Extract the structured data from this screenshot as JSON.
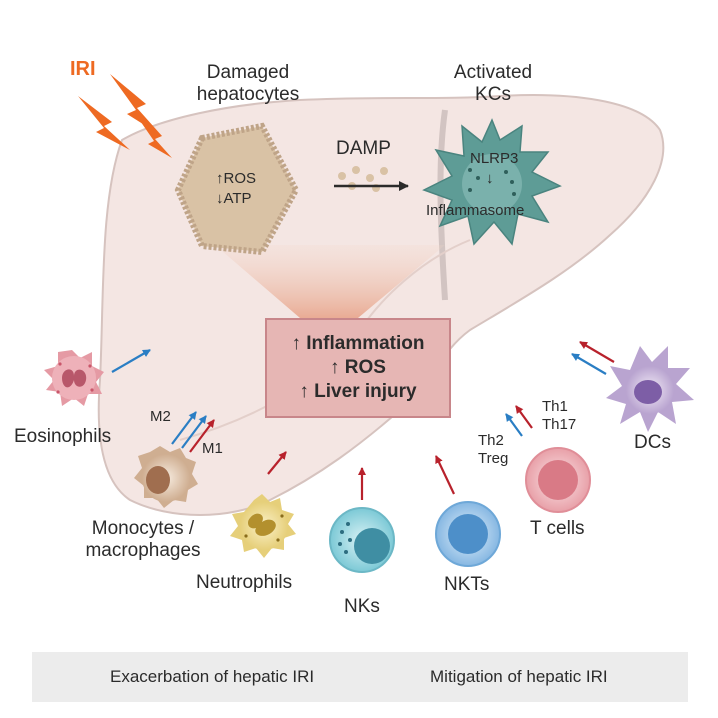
{
  "title_labels": {
    "iri": "IRI",
    "damaged_hepatocytes": [
      "Damaged",
      "hepatocytes"
    ],
    "activated_kcs": [
      "Activated",
      "KCs"
    ],
    "damp": "DAMP"
  },
  "hepatocyte": {
    "line1": "↑ROS",
    "line2": "↓ATP"
  },
  "kupffer_cell": {
    "nlrp3": "NLRP3",
    "arrow": "↓",
    "inflammasome": "Inflammasome"
  },
  "outcome_box": {
    "lines": [
      "↑ Inflammation",
      "↑ ROS",
      "↑ Liver injury"
    ]
  },
  "cells": {
    "eosinophils": "Eosinophils",
    "monocytes": [
      "Monocytes /",
      "macrophages"
    ],
    "m2": "M2",
    "m1": "M1",
    "neutrophils": "Neutrophils",
    "nks": "NKs",
    "nkts": "NKTs",
    "t_cells": "T cells",
    "th2_treg": [
      "Th2",
      "Treg"
    ],
    "th1_th17": [
      "Th1",
      "Th17"
    ],
    "dcs": "DCs"
  },
  "legend": {
    "exacerbation": "Exacerbation of hepatic IRI",
    "mitigation": "Mitigation of hepatic IRI"
  },
  "colors": {
    "exacerbation_arrow": "#b8222c",
    "mitigation_arrow": "#2a7ec4",
    "iri": "#ee6a22",
    "liver": "#f4e6e3",
    "hepatocyte": "#d9c2a5",
    "kupffer": "#5e9c96"
  }
}
